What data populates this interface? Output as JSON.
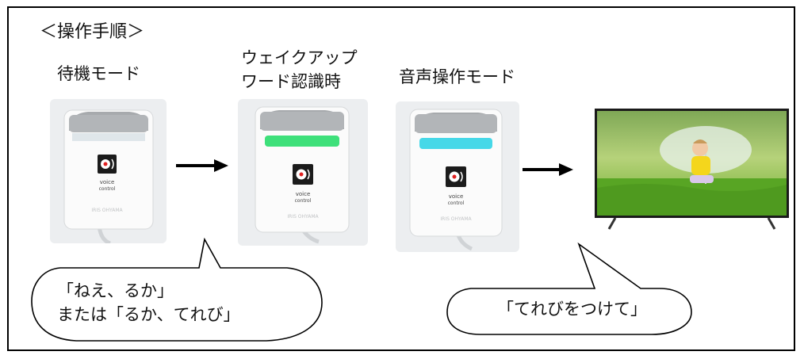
{
  "title": "＜操作手順＞",
  "steps": [
    {
      "label_lines": [
        "待機モード"
      ],
      "device_state": "standby",
      "light_color": "#dfe6ea"
    },
    {
      "label_lines": [
        "ウェイクアップ",
        "ワード認識時"
      ],
      "device_state": "wake-word-recognized",
      "light_color": "#3ee07a"
    },
    {
      "label_lines": [
        "音声操作モード"
      ],
      "device_state": "voice-operation",
      "light_color": "#46d8e8"
    }
  ],
  "device_badge": {
    "line1": "voice",
    "line2": "control",
    "brand": "IRIS OHYAMA"
  },
  "bubbles": {
    "wake": {
      "line1": "「ねえ、るか」",
      "line2": "または「るか、てれび」"
    },
    "command": {
      "line1": "「てれびをつけて」"
    }
  },
  "colors": {
    "frame": "#000000",
    "arrow": "#000000",
    "device_body": "#eceef0",
    "grille": "#a7aaad"
  }
}
